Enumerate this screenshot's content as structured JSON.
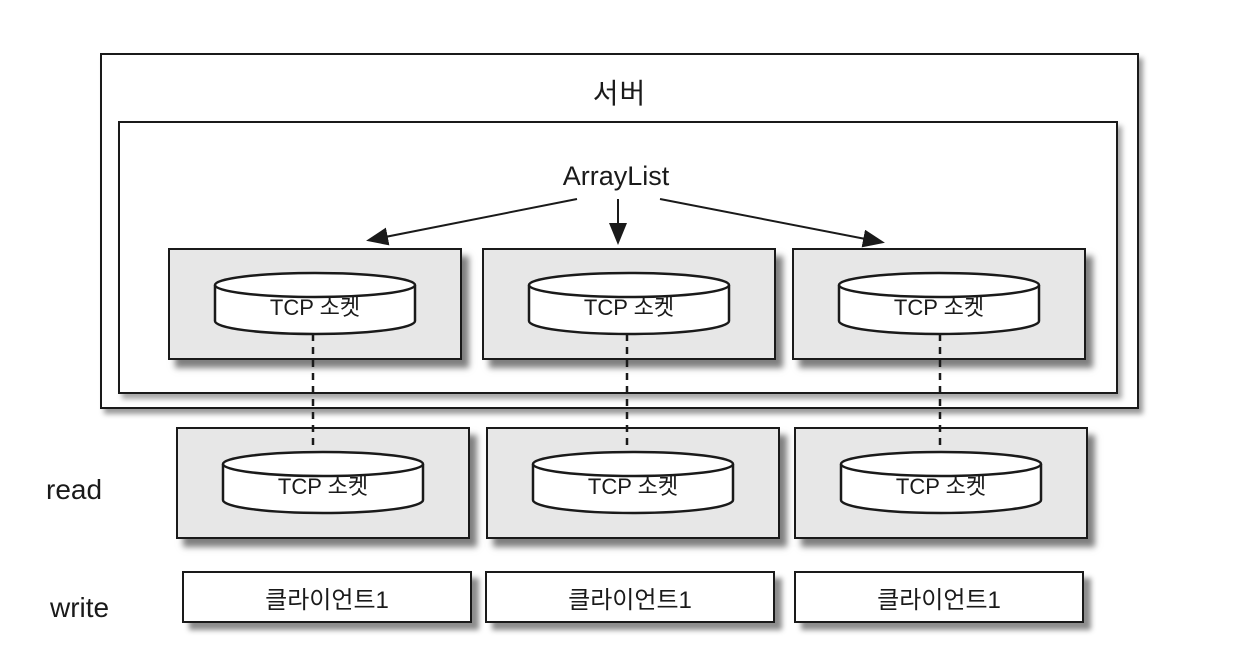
{
  "diagram": {
    "server_title": "서버",
    "arraylist_label": "ArrayList",
    "side_labels": {
      "read": "read",
      "write": "write"
    },
    "columns": [
      {
        "server_socket_label": "TCP 소켓",
        "client_socket_label": "TCP 소켓",
        "client_label": "클라이언트1"
      },
      {
        "server_socket_label": "TCP 소켓",
        "client_socket_label": "TCP 소켓",
        "client_label": "클라이언트1"
      },
      {
        "server_socket_label": "TCP 소켓",
        "client_socket_label": "TCP 소켓",
        "client_label": "클라이언트1"
      }
    ],
    "icons": [
      "cylinder-socket-icon",
      "arrow-icon",
      "dashed-connection-icon"
    ],
    "colors": {
      "background": "#ffffff",
      "border": "#1a1a1a",
      "panel_fill": "#e7e7e7",
      "cylinder_fill": "#ffffff",
      "text": "#1a1a1a"
    }
  }
}
